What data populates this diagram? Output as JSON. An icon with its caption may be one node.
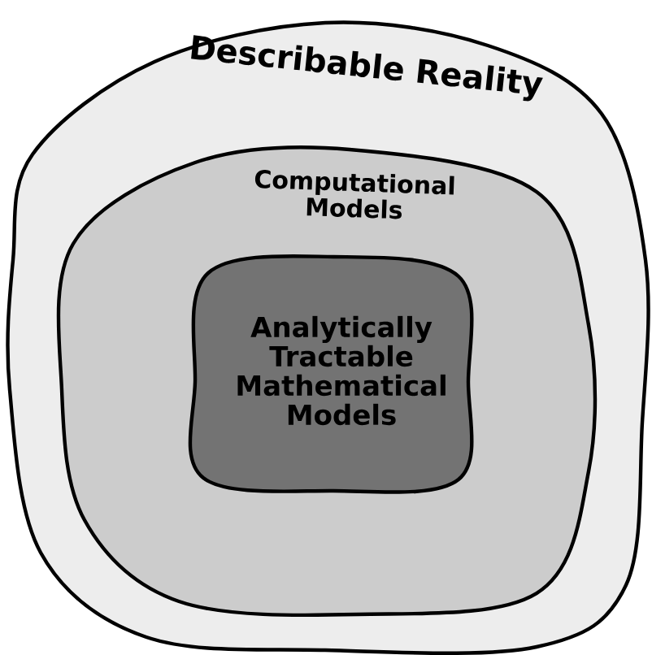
{
  "diagram": {
    "nodes": [
      {
        "text": [
          "Describable Reality"
        ]
      },
      {
        "text": [
          "Computational Models"
        ],
        "in": 0
      },
      {
        "text": [
          "Analytically Tractable Mathematical Models"
        ],
        "in": 1
      }
    ]
  }
}
